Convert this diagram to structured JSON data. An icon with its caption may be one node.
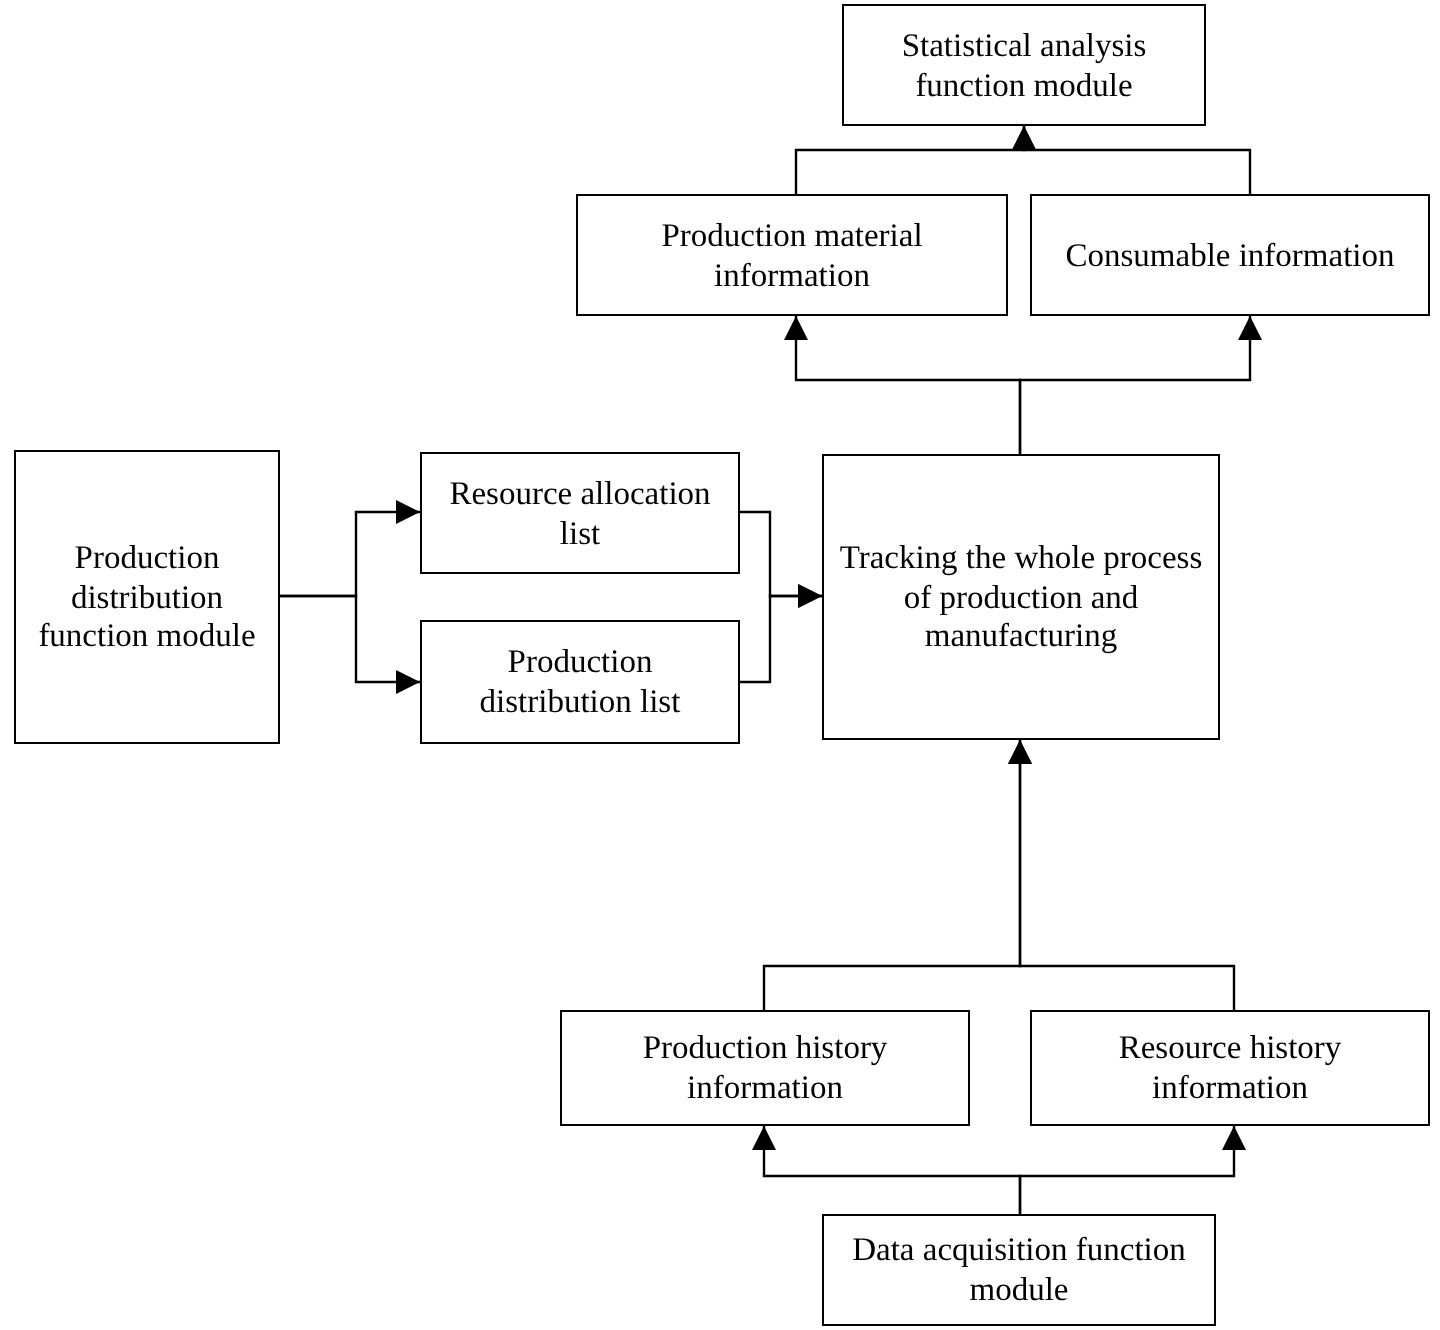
{
  "diagram": {
    "nodes": [
      {
        "text": [
          "Statistical analysis function module"
        ]
      },
      {
        "text": [
          "Production material information"
        ]
      },
      {
        "text": [
          "Consumable information"
        ]
      },
      {
        "text": [
          "Production distribution function module"
        ]
      },
      {
        "text": [
          "Resource allocation list"
        ]
      },
      {
        "text": [
          "Production distribution list"
        ]
      },
      {
        "text": [
          "Tracking the whole process of production and manufacturing"
        ]
      },
      {
        "text": [
          "Production history information"
        ]
      },
      {
        "text": [
          "Resource history information"
        ]
      },
      {
        "text": [
          "Data acquisition function module"
        ]
      }
    ],
    "edges": [
      {
        "from": 3,
        "to": 4,
        "arrow": "to"
      },
      {
        "from": 3,
        "to": 5,
        "arrow": "to"
      },
      {
        "from": 4,
        "to": 6,
        "arrow": "to"
      },
      {
        "from": 5,
        "to": 6,
        "arrow": "to"
      },
      {
        "from": 6,
        "to": 1,
        "arrow": "to"
      },
      {
        "from": 6,
        "to": 2,
        "arrow": "to"
      },
      {
        "from": 1,
        "to": 0,
        "arrow": "to"
      },
      {
        "from": 2,
        "to": 0,
        "arrow": "to"
      },
      {
        "from": 7,
        "to": 6,
        "arrow": "to"
      },
      {
        "from": 8,
        "to": 6,
        "arrow": "to"
      },
      {
        "from": 9,
        "to": 7,
        "arrow": "to"
      },
      {
        "from": 9,
        "to": 8,
        "arrow": "to"
      }
    ]
  }
}
